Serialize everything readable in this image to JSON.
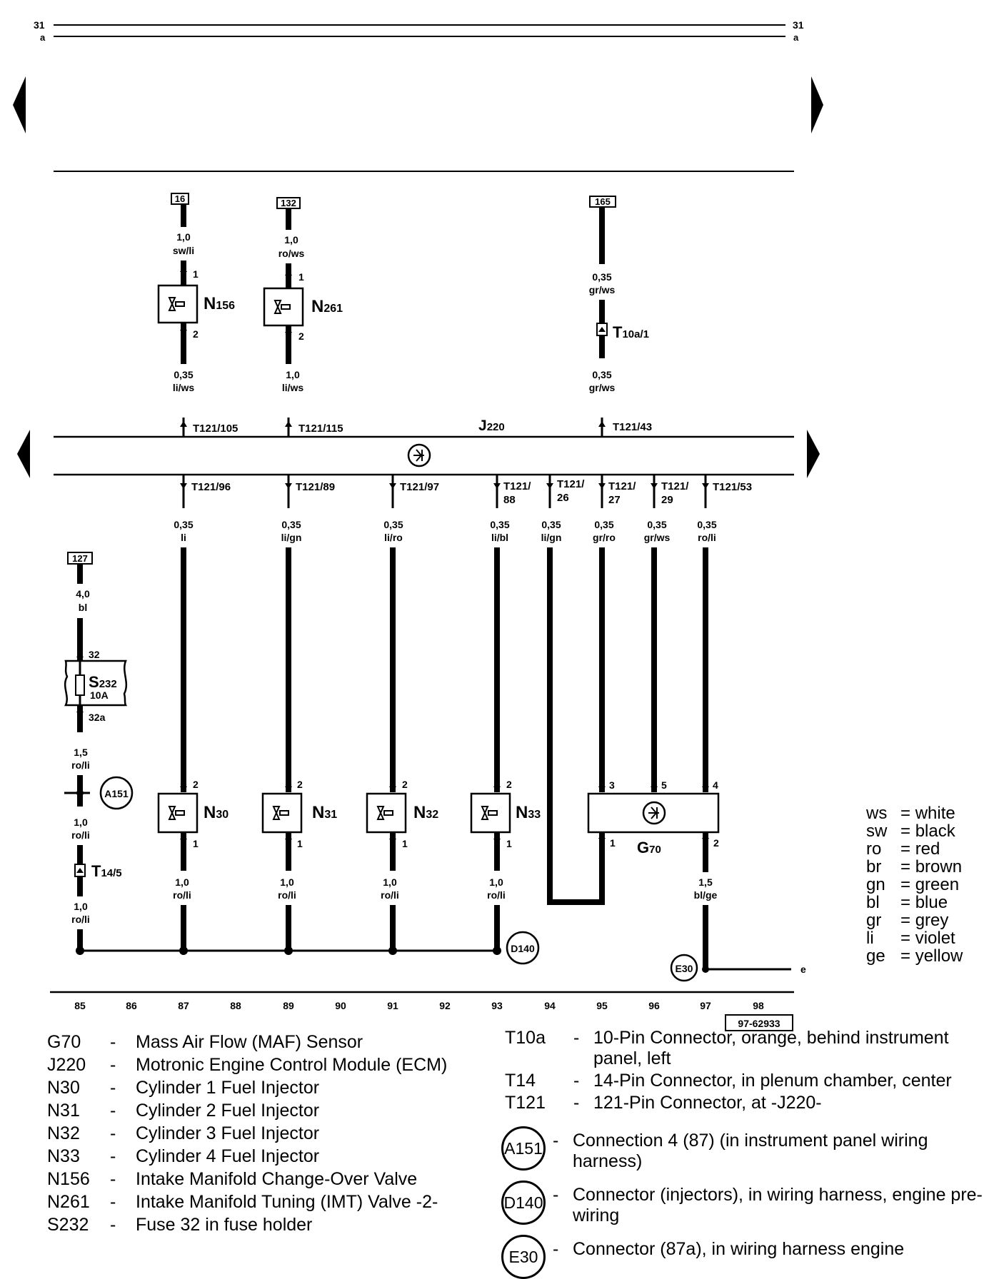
{
  "page": {
    "ref_top_left": "31",
    "ref_top_left_sub": "a",
    "ref_top_right": "31",
    "ref_top_right_sub": "a",
    "figure_id": "97-62933",
    "edge_marker": "e"
  },
  "grid_numbers": [
    "85",
    "86",
    "87",
    "88",
    "89",
    "90",
    "91",
    "92",
    "93",
    "94",
    "95",
    "96",
    "97",
    "98"
  ],
  "control_module": {
    "label": "J",
    "sub": "220"
  },
  "terminals_top": [
    {
      "id": "16",
      "wire_size": "1,0",
      "wire_color": "sw/li"
    },
    {
      "id": "132",
      "wire_size": "1,0",
      "wire_color": "ro/ws"
    },
    {
      "id": "165",
      "wire_size": "0,35",
      "wire_color": "gr/ws"
    }
  ],
  "top_components": [
    {
      "label": "N",
      "sub": "156",
      "pin_in": "1",
      "pin_out": "2",
      "wire_size": "0,35",
      "wire_color": "li/ws",
      "ecm_pin": "T121/105"
    },
    {
      "label": "N",
      "sub": "261",
      "pin_in": "1",
      "pin_out": "2",
      "wire_size": "1,0",
      "wire_color": "li/ws",
      "ecm_pin": "T121/115"
    }
  ],
  "maf_feed": {
    "connector": "T",
    "connector_sub": "10a/1",
    "wire_size": "0,35",
    "wire_color": "gr/ws",
    "ecm_pin": "T121/43"
  },
  "ecm_outputs": [
    {
      "pin": "T121/96",
      "wire_size": "0,35",
      "wire_color": "li"
    },
    {
      "pin": "T121/89",
      "wire_size": "0,35",
      "wire_color": "li/gn"
    },
    {
      "pin": "T121/97",
      "wire_size": "0,35",
      "wire_color": "li/ro"
    },
    {
      "pin_a": "T121/",
      "pin_b": "88",
      "wire_size": "0,35",
      "wire_color": "li/bl"
    },
    {
      "pin_a": "T121/",
      "pin_b": "26",
      "wire_size": "0,35",
      "wire_color": "li/gn"
    },
    {
      "pin_a": "T121/",
      "pin_b": "27",
      "wire_size": "0,35",
      "wire_color": "gr/ro"
    },
    {
      "pin_a": "T121/",
      "pin_b": "29",
      "wire_size": "0,35",
      "wire_color": "gr/ws"
    },
    {
      "pin": "T121/53",
      "wire_size": "0,35",
      "wire_color": "ro/li"
    }
  ],
  "injectors": [
    {
      "label": "N",
      "sub": "30",
      "pin_in": "2",
      "pin_out": "1",
      "wire_size": "1,0",
      "wire_color": "ro/li"
    },
    {
      "label": "N",
      "sub": "31",
      "pin_in": "2",
      "pin_out": "1",
      "wire_size": "1,0",
      "wire_color": "ro/li"
    },
    {
      "label": "N",
      "sub": "32",
      "pin_in": "2",
      "pin_out": "1",
      "wire_size": "1,0",
      "wire_color": "ro/li"
    },
    {
      "label": "N",
      "sub": "33",
      "pin_in": "2",
      "pin_out": "1",
      "wire_size": "1,0",
      "wire_color": "ro/li"
    }
  ],
  "maf_sensor": {
    "label": "G",
    "sub": "70",
    "pins": [
      "3",
      "5",
      "4",
      "1",
      "2"
    ],
    "wire_size": "1,5",
    "wire_color": "bl/ge"
  },
  "fuse_branch": {
    "terminal": "127",
    "wire1_size": "4,0",
    "wire1_color": "bl",
    "pin_in": "32",
    "fuse_label": "S",
    "fuse_sub": "232",
    "fuse_rating": "10A",
    "pin_out": "32a",
    "wire2_size": "1,5",
    "wire2_color": "ro/li",
    "junction": "A151",
    "wire3_size": "1,0",
    "wire3_color": "ro/li",
    "connector": "T",
    "connector_sub": "14/5",
    "wire4_size": "1,0",
    "wire4_color": "ro/li"
  },
  "ground_points": {
    "d140": "D140",
    "e30": "E30"
  },
  "color_codes": [
    {
      "code": "ws",
      "name": "white"
    },
    {
      "code": "sw",
      "name": "black"
    },
    {
      "code": "ro",
      "name": "red"
    },
    {
      "code": "br",
      "name": "brown"
    },
    {
      "code": "gn",
      "name": "green"
    },
    {
      "code": "bl",
      "name": "blue"
    },
    {
      "code": "gr",
      "name": "grey"
    },
    {
      "code": "li",
      "name": "violet"
    },
    {
      "code": "ge",
      "name": "yellow"
    }
  ],
  "legend_left": [
    {
      "code": "G70",
      "dash": "-",
      "desc": "Mass Air Flow (MAF) Sensor"
    },
    {
      "code": "J220",
      "dash": "-",
      "desc": "Motronic Engine Control Module (ECM)"
    },
    {
      "code": "N30",
      "dash": "-",
      "desc": "Cylinder 1 Fuel Injector"
    },
    {
      "code": "N31",
      "dash": "-",
      "desc": "Cylinder 2 Fuel Injector"
    },
    {
      "code": "N32",
      "dash": "-",
      "desc": "Cylinder 3 Fuel Injector"
    },
    {
      "code": "N33",
      "dash": "-",
      "desc": "Cylinder 4 Fuel Injector"
    },
    {
      "code": "N156",
      "dash": "-",
      "desc": "Intake Manifold Change-Over Valve"
    },
    {
      "code": "N261",
      "dash": "-",
      "desc": "Intake Manifold Tuning (IMT) Valve -2-"
    },
    {
      "code": "S232",
      "dash": "-",
      "desc": "Fuse 32 in fuse holder"
    }
  ],
  "legend_right": [
    {
      "code": "T10a",
      "dash": "-",
      "desc": "10-Pin Connector, orange, behind instrument panel, left"
    },
    {
      "code": "T14",
      "dash": "-",
      "desc": "14-Pin Connector, in plenum chamber, center"
    },
    {
      "code": "T121",
      "dash": "-",
      "desc": "121-Pin Connector, at  -J220-"
    }
  ],
  "legend_circles": [
    {
      "code": "A151",
      "dash": "-",
      "desc": "Connection 4 (87) (in instrument panel wiring harness)"
    },
    {
      "code": "D140",
      "dash": "-",
      "desc": "Connector (injectors), in wiring harness, engine pre-wiring"
    },
    {
      "code": "E30",
      "dash": "-",
      "desc": "Connector (87a), in wiring harness engine"
    }
  ]
}
